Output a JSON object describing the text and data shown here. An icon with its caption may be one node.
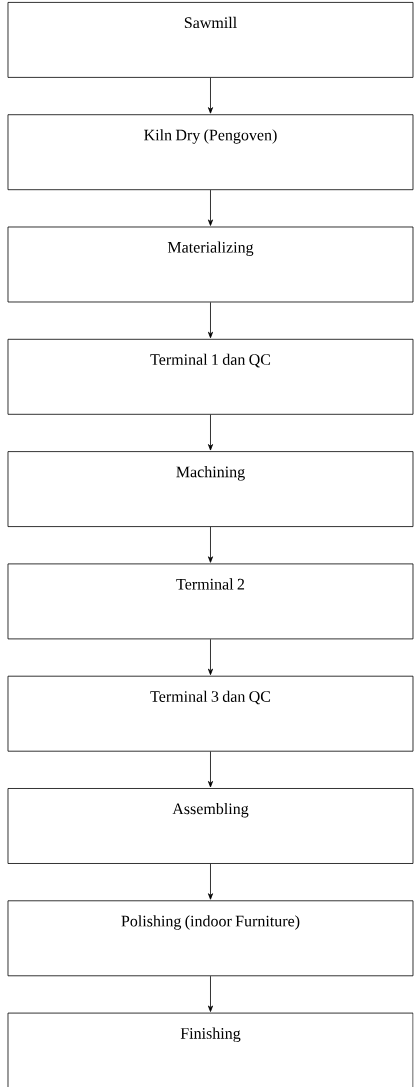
{
  "diagram": {
    "nodes": [
      {
        "text": [
          "Sawmill"
        ]
      },
      {
        "text": [
          "Kiln Dry (Pengoven)"
        ]
      },
      {
        "text": [
          "Materializing"
        ]
      },
      {
        "text": [
          "Terminal 1 dan QC"
        ]
      },
      {
        "text": [
          "Machining"
        ]
      },
      {
        "text": [
          "Terminal 2"
        ]
      },
      {
        "text": [
          "Terminal 3 dan QC"
        ]
      },
      {
        "text": [
          "Assembling"
        ]
      },
      {
        "text": [
          "Polishing (indoor Furniture)"
        ]
      },
      {
        "text": [
          "Finishing"
        ]
      }
    ],
    "edges": [
      {
        "from": 0,
        "to": 1,
        "arrow": "to"
      },
      {
        "from": 1,
        "to": 2,
        "arrow": "to"
      },
      {
        "from": 2,
        "to": 3,
        "arrow": "to"
      },
      {
        "from": 3,
        "to": 4,
        "arrow": "to"
      },
      {
        "from": 4,
        "to": 5,
        "arrow": "to"
      },
      {
        "from": 5,
        "to": 6,
        "arrow": "to"
      },
      {
        "from": 6,
        "to": 7,
        "arrow": "to"
      },
      {
        "from": 7,
        "to": 8,
        "arrow": "to"
      },
      {
        "from": 8,
        "to": 9,
        "arrow": "to"
      }
    ]
  }
}
